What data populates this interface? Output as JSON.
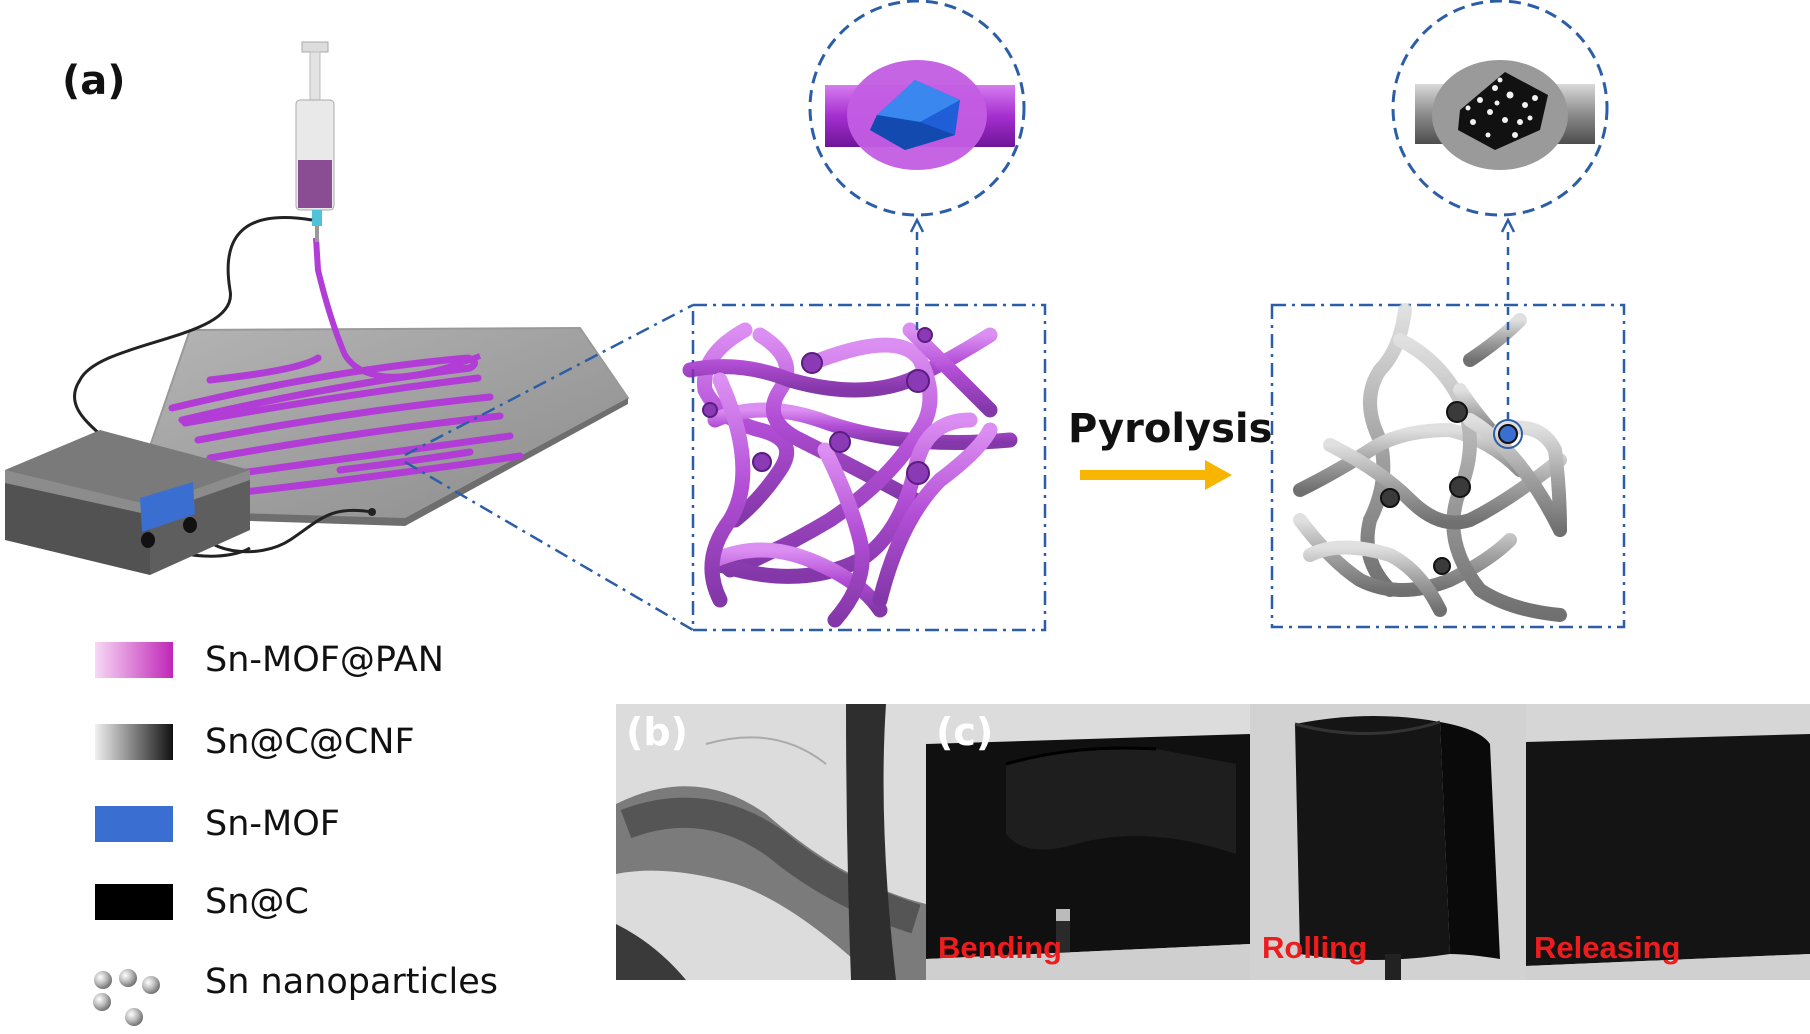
{
  "labels": {
    "panel_a": "(a)",
    "panel_b": "(b)",
    "panel_c": "(c)",
    "process": "Pyrolysis"
  },
  "legend": [
    {
      "text": "Sn-MOF@PAN"
    },
    {
      "text": "Sn@C@CNF"
    },
    {
      "text": "Sn-MOF"
    },
    {
      "text": "Sn@C"
    },
    {
      "text": "Sn nanoparticles"
    }
  ],
  "captions": {
    "bending": "Bending",
    "rolling": "Rolling",
    "releasing": "Releasing"
  },
  "colors": {
    "purple": "#b23cd6",
    "gray_fiber": "#8a8a8a",
    "mof_blue": "#3a6fd1",
    "dash_blue": "#2c5ea8",
    "arrow_yellow": "#f7b500",
    "caption_red": "#ee1c1c"
  }
}
